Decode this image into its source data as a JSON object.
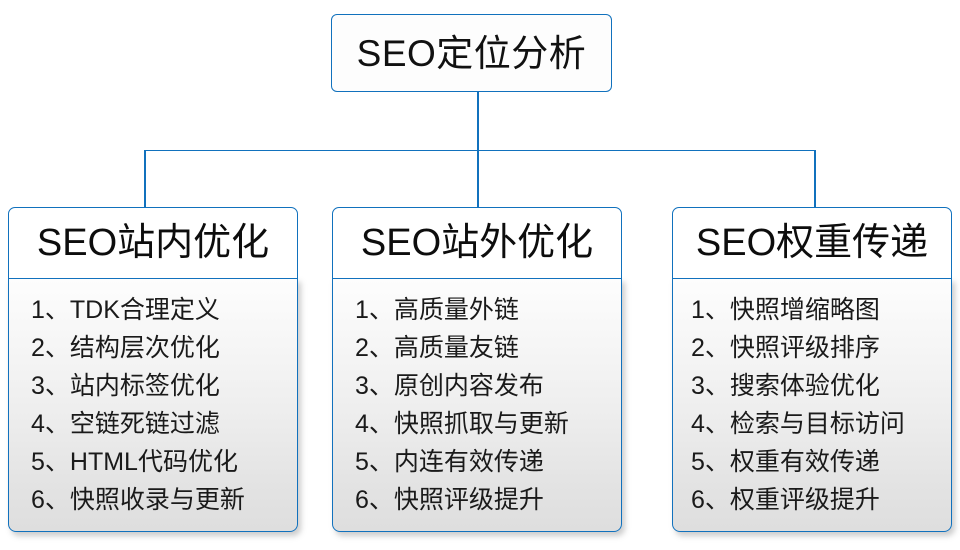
{
  "diagram": {
    "root": {
      "label": "SEO定位分析"
    },
    "branches": [
      {
        "header": "SEO站内优化",
        "items": [
          "1、TDK合理定义",
          "2、结构层次优化",
          "3、站内标签优化",
          "4、空链死链过滤",
          "5、HTML代码优化",
          "6、快照收录与更新"
        ]
      },
      {
        "header": "SEO站外优化",
        "items": [
          "1、高质量外链",
          "2、高质量友链",
          "3、原创内容发布",
          "4、快照抓取与更新",
          "5、内连有效传递",
          "6、快照评级提升"
        ]
      },
      {
        "header": "SEO权重传递",
        "items": [
          "1、快照增缩略图",
          "2、快照评级排序",
          "3、搜索体验优化",
          "4、检索与目标访问",
          "5、权重有效传递",
          "6、权重评级提升"
        ]
      }
    ],
    "colors": {
      "border_blue": "#1171bd",
      "text_dark": "#111111",
      "body_gradient_top": "#fdfdfd",
      "body_gradient_bottom": "#dedede",
      "background": "#ffffff"
    }
  }
}
